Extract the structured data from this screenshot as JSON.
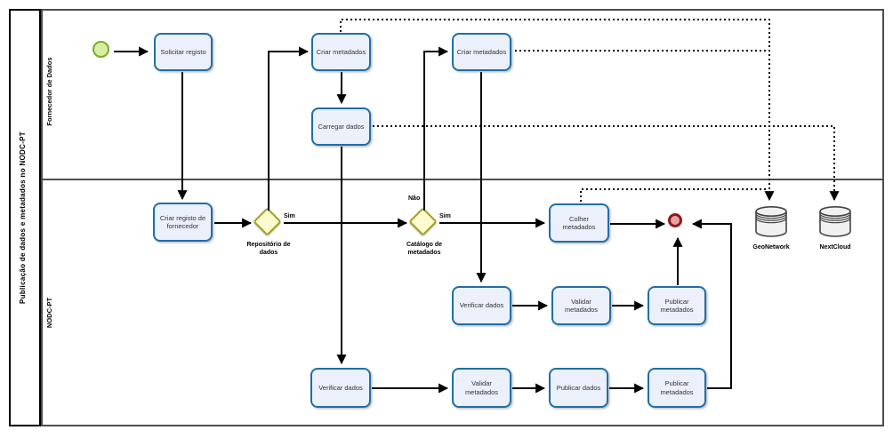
{
  "diagram": {
    "pool_title": "Publicação de dados e metadados no NODC-PT",
    "lanes": {
      "supplier": "Fornecedor de Dados",
      "nodc": "NODC-PT"
    }
  },
  "tasks": {
    "solicitar_registo": "Solicitar registo",
    "criar_metadados_top": "Criar metadados",
    "carregar_dados": "Carregar dados",
    "criar_metadados_right": "Criar metadados",
    "criar_registo_fornecedor": "Criar registo de fornecedor",
    "colher_metadados": "Colher metadados",
    "verificar_dados_mid": "Verificar dados",
    "validar_metadados_mid": "Validar metadados",
    "publicar_metadados_mid": "Publicar metadados",
    "verificar_dados_bottom": "Verificar dados",
    "validar_metadados_bottom": "Validar metadados",
    "publicar_dados": "Publicar dados",
    "publicar_metadados_bottom": "Publicar metadados"
  },
  "gateways": {
    "repositorio": {
      "label": "Repositório de dados",
      "yes": "Sim"
    },
    "catalogo": {
      "label": "Catálogo de metadados",
      "yes": "Sim",
      "no": "Não"
    }
  },
  "datastores": {
    "geonetwork": "GeoNetwork",
    "nextcloud": "NextCloud"
  },
  "colors": {
    "pool_border": "#000000",
    "lane_border": "#4d4d4d",
    "task_fill": "#ebf0fb",
    "task_border": "#1e6fa8",
    "start_fill": "#d9eda0",
    "start_border": "#74ac27",
    "end_fill": "#e9a0a0",
    "end_border": "#8e1a1a",
    "gateway_fill": "#fbfad0",
    "gateway_border": "#a0a020",
    "datastore_fill": "#f0f0f0",
    "datastore_border": "#444444",
    "edge": "#000000",
    "text": "#333333"
  }
}
